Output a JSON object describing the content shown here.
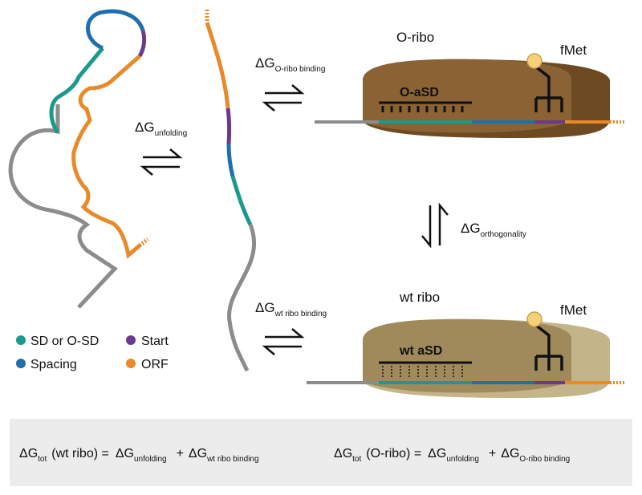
{
  "colors": {
    "sd": "#1a9a8a",
    "spacing": "#1f6fae",
    "start": "#6b3a8c",
    "orf": "#e8892a",
    "utr": "#8c8c8c",
    "o_ribo_body": "#6e4a22",
    "o_ribo_top": "#8a6233",
    "wt_ribo_body": "#a08a5c",
    "wt_ribo_top": "#c4b48a",
    "fmet_ball": "#f5d27a",
    "panel_bg": "#ececec"
  },
  "labels": {
    "unfolding_main": "ΔG",
    "unfolding_sub": "unfolding",
    "o_binding_main": "ΔG",
    "o_binding_sub": "O-ribo binding",
    "wt_binding_main": "ΔG",
    "wt_binding_sub": "wt ribo binding",
    "orth_main": "ΔG",
    "orth_sub": "orthogonality",
    "o_ribo": "O-ribo",
    "wt_ribo": "wt ribo",
    "fmet_top": "fMet",
    "fmet_bottom": "fMet",
    "o_asd": "O-aSD",
    "wt_asd": "wt aSD"
  },
  "legend": {
    "sd": "SD or O-SD",
    "spacing": "Spacing",
    "start": "Start",
    "orf": "ORF"
  },
  "equations": {
    "left": {
      "lhs_main": "ΔG",
      "lhs_sub": "tot",
      "lhs_rest": "(wt ribo) =",
      "t1_main": "ΔG",
      "t1_sub": "unfolding",
      "plus": "+",
      "t2_main": "ΔG",
      "t2_sub": "wt ribo binding"
    },
    "right": {
      "lhs_main": "ΔG",
      "lhs_sub": "tot",
      "lhs_rest": "(O-ribo) =",
      "t1_main": "ΔG",
      "t1_sub": "unfolding",
      "plus": "+",
      "t2_main": "ΔG",
      "t2_sub": "O-ribo binding"
    }
  }
}
